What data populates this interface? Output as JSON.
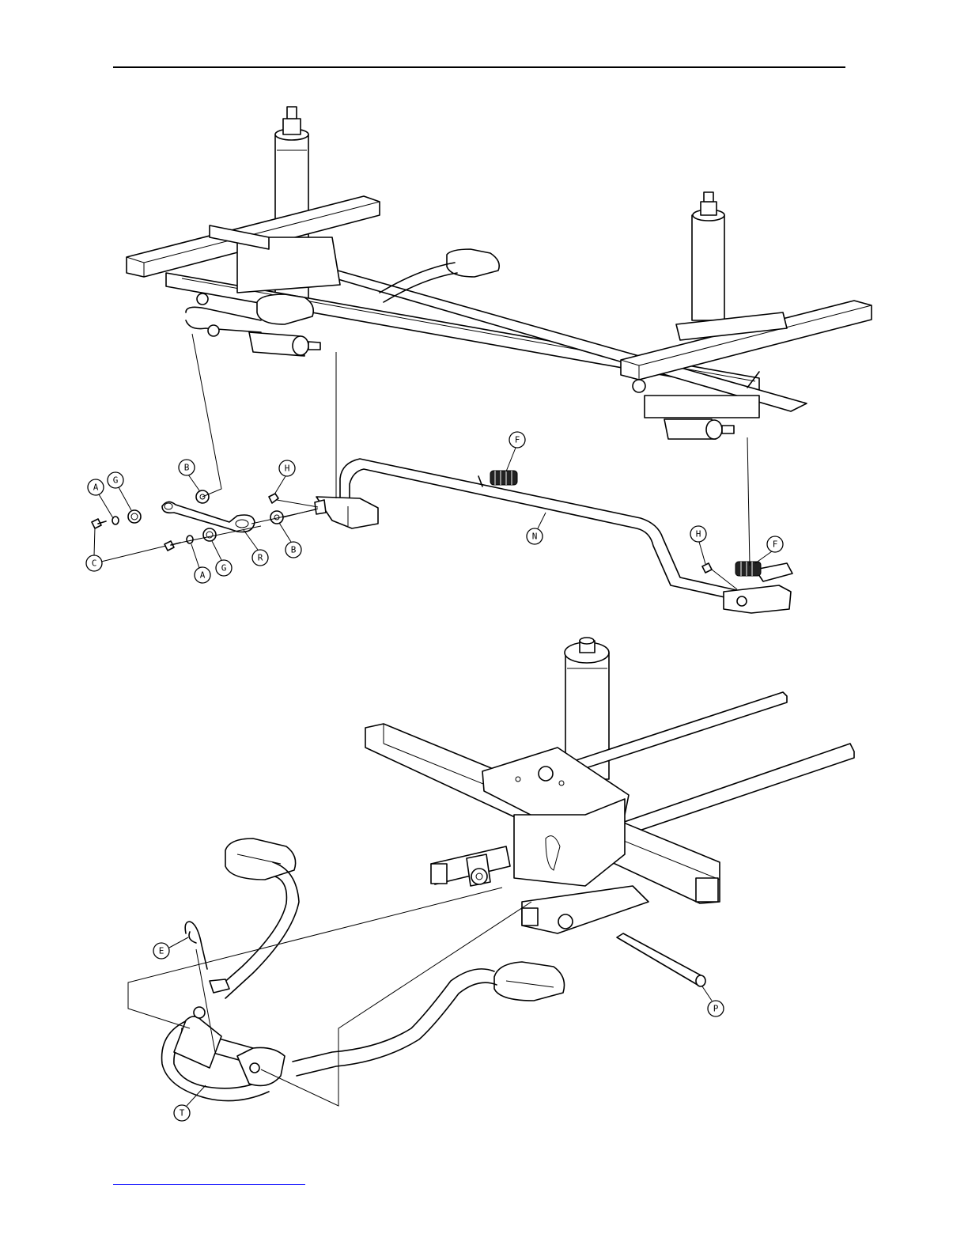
{
  "callouts": {
    "top": [
      {
        "id": "A1",
        "label": "A"
      },
      {
        "id": "G1",
        "label": "G"
      },
      {
        "id": "B1",
        "label": "B"
      },
      {
        "id": "H1",
        "label": "H"
      },
      {
        "id": "F1",
        "label": "F"
      },
      {
        "id": "C1",
        "label": "C"
      },
      {
        "id": "A2",
        "label": "A"
      },
      {
        "id": "G2",
        "label": "G"
      },
      {
        "id": "R1",
        "label": "R"
      },
      {
        "id": "B2",
        "label": "B"
      },
      {
        "id": "N1",
        "label": "N"
      },
      {
        "id": "H2",
        "label": "H"
      },
      {
        "id": "F2",
        "label": "F"
      }
    ],
    "bottom": [
      {
        "id": "E1",
        "label": "E"
      },
      {
        "id": "P1",
        "label": "P"
      },
      {
        "id": "T1",
        "label": "T"
      }
    ]
  }
}
